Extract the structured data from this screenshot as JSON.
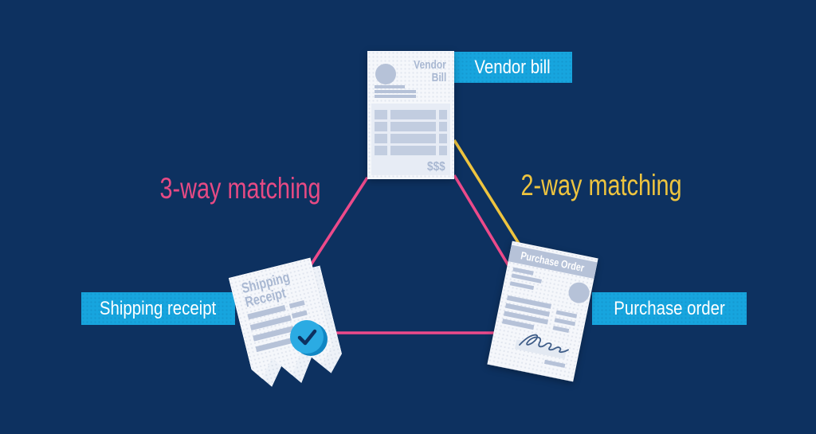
{
  "labels": {
    "vendor_bill": "Vendor bill",
    "shipping_receipt": "Shipping receipt",
    "purchase_order": "Purchase order"
  },
  "annotations": {
    "three_way": "3-way matching",
    "two_way": "2-way matching"
  },
  "documents": {
    "vendor_bill": {
      "title_line1": "Vendor",
      "title_line2": "Bill",
      "amount": "$$$"
    },
    "shipping_receipt": {
      "title_line1": "Shipping",
      "title_line2": "Receipt"
    },
    "purchase_order": {
      "title": "Purchase Order"
    }
  },
  "icons": {
    "checkmark": "check-icon"
  },
  "colors": {
    "background": "#0d3160",
    "label_blue": "#17a5de",
    "pink": "#ec4a8a",
    "yellow": "#eec43f",
    "paper": "#f5f7fb",
    "paper_ink": "#b6c2d8",
    "check_badge_blue": "#2babe3",
    "signature_ink": "#3f5d88"
  }
}
